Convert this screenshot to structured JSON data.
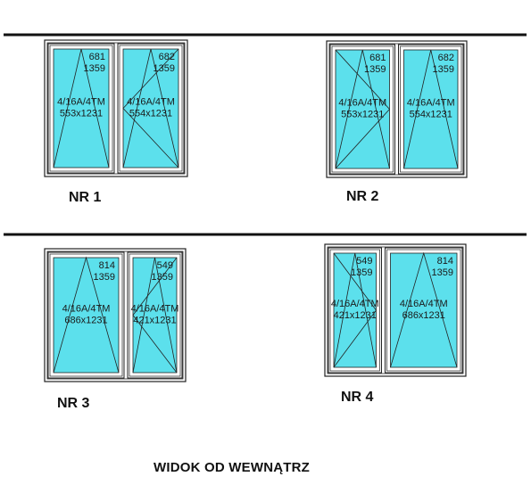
{
  "caption": "WIDOK OD WEWNĄTRZ",
  "windows": [
    {
      "label": "NR 1",
      "sashes": [
        {
          "w": "681",
          "h": "1359",
          "glass": "4/16A/4TM",
          "size": "553x1231",
          "opening": "tilt"
        },
        {
          "w": "682",
          "h": "1359",
          "glass": "4/16A/4TM",
          "size": "554x1231",
          "opening": "tilt-turn-right"
        }
      ]
    },
    {
      "label": "NR 2",
      "sashes": [
        {
          "w": "681",
          "h": "1359",
          "glass": "4/16A/4TM",
          "size": "553x1231",
          "opening": "tilt-turn-left"
        },
        {
          "w": "682",
          "h": "1359",
          "glass": "4/16A/4TM",
          "size": "554x1231",
          "opening": "tilt"
        }
      ]
    },
    {
      "label": "NR 3",
      "sashes": [
        {
          "w": "814",
          "h": "1359",
          "glass": "4/16A/4TM",
          "size": "686x1231",
          "opening": "tilt"
        },
        {
          "w": "549",
          "h": "1359",
          "glass": "4/16A/4TM",
          "size": "421x1231",
          "opening": "tilt-turn-right"
        }
      ]
    },
    {
      "label": "NR 4",
      "sashes": [
        {
          "w": "549",
          "h": "1359",
          "glass": "4/16A/4TM",
          "size": "421x1231",
          "opening": "tilt-turn-left"
        },
        {
          "w": "814",
          "h": "1359",
          "glass": "4/16A/4TM",
          "size": "686x1231",
          "opening": "tilt"
        }
      ]
    }
  ],
  "colors": {
    "glass": "#5ce0ec",
    "frame": "#ffffff",
    "line": "#222222"
  }
}
